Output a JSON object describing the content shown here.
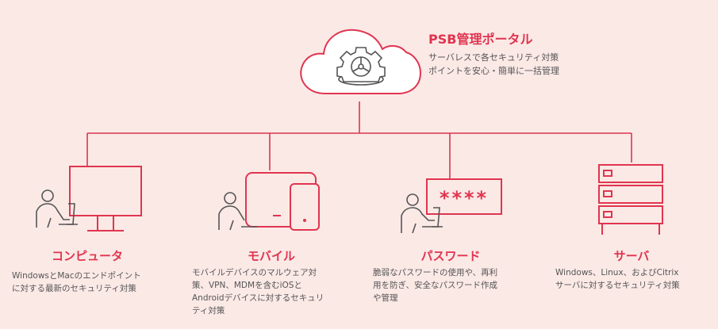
{
  "colors": {
    "accent": "#e0354f",
    "line": "#d9364f",
    "background": "#fbe9e6",
    "text": "#4a4a4a",
    "cloud_fill": "#ffffff"
  },
  "hub": {
    "icon": "cloud-gear-icon",
    "title": "PSB管理ポータル",
    "description_lines": [
      "サーバレスで各セキュリティ対策",
      "ポイントを安心・簡単に一括管理"
    ]
  },
  "nodes": [
    {
      "icon": "computer-user-icon",
      "title": "コンピュータ",
      "description_lines": [
        "WindowsとMacのエンドポイント",
        "に対する最新のセキュリティ対策"
      ]
    },
    {
      "icon": "mobile-device-user-icon",
      "title": "モバイル",
      "description_lines": [
        "モバイルデバイスのマルウェア対",
        "策、VPN、MDMを含むiOSと",
        "Androidデバイスに対するセキュリ",
        "ティ対策"
      ]
    },
    {
      "icon": "password-user-icon",
      "title": "パスワード",
      "password_mask": "****",
      "description_lines": [
        "脆弱なパスワードの使用や、再利",
        "用を防ぎ、安全なパスワード作成",
        "や管理"
      ]
    },
    {
      "icon": "server-rack-icon",
      "title": "サーバ",
      "description_lines": [
        "Windows、Linux、およびCitrix",
        "サーバに対するセキュリティ対策"
      ]
    }
  ]
}
